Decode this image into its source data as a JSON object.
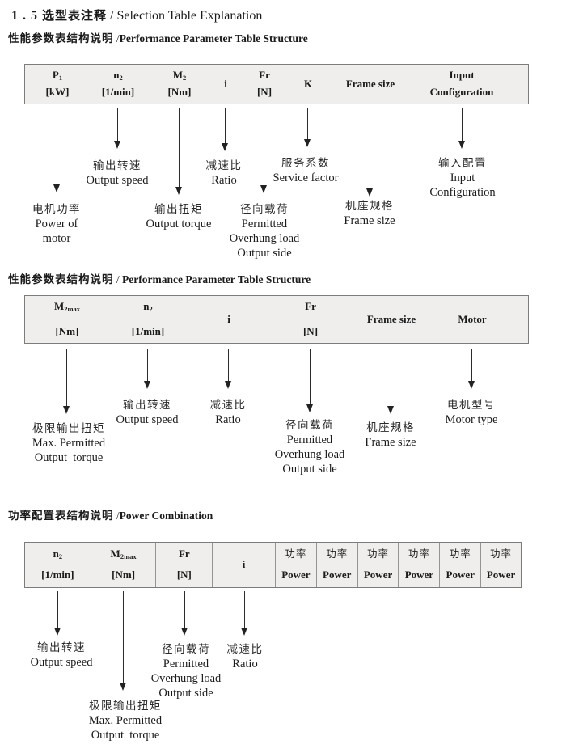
{
  "title": {
    "num": "1 . 5",
    "zh": "选型表注释",
    "sep": " / ",
    "en": "Selection Table Explanation"
  },
  "sections": [
    {
      "heading_zh": "性能参数表结构说明",
      "heading_sep": " /",
      "heading_en": "Performance Parameter Table Structure",
      "table": {
        "columns": [
          {
            "base": "P",
            "sub": "1",
            "unit": "[kW]"
          },
          {
            "base": "n",
            "sub": "2",
            "unit": "[1/min]"
          },
          {
            "base": "M",
            "sub": "2",
            "unit": "[Nm]"
          },
          {
            "base": "i",
            "sub": "",
            "unit": ""
          },
          {
            "base": "Fr",
            "sub": "",
            "unit": "[N]"
          },
          {
            "base": "K",
            "sub": "",
            "unit": ""
          },
          {
            "base": "Frame size",
            "sub": "",
            "unit": ""
          },
          {
            "base": "Input",
            "sub": "",
            "unit": "Configuration"
          }
        ]
      },
      "callouts": [
        {
          "target": "P1",
          "lines": [
            "电机功率",
            "Power of",
            "motor"
          ]
        },
        {
          "target": "n2",
          "lines": [
            "输出转速",
            "Output speed"
          ]
        },
        {
          "target": "M2",
          "lines": [
            "输出扭矩",
            "Output torque"
          ]
        },
        {
          "target": "i",
          "lines": [
            "减速比",
            "Ratio"
          ]
        },
        {
          "target": "Fr",
          "lines": [
            "径向载荷",
            "Permitted",
            "Overhung load",
            "Output side"
          ]
        },
        {
          "target": "K",
          "lines": [
            "服务系数",
            "Service factor"
          ]
        },
        {
          "target": "Frame size",
          "lines": [
            "机座规格",
            "Frame size"
          ]
        },
        {
          "target": "Input Configuration",
          "lines": [
            "输入配置",
            "Input",
            "Configuration"
          ]
        }
      ]
    },
    {
      "heading_zh": "性能参数表结构说明",
      "heading_sep": " / ",
      "heading_en": "Performance Parameter Table Structure",
      "table": {
        "columns": [
          {
            "base": "M",
            "sub": "2max",
            "unit": "[Nm]"
          },
          {
            "base": "n",
            "sub": "2",
            "unit": "[1/min]"
          },
          {
            "base": "i",
            "sub": "",
            "unit": ""
          },
          {
            "base": "Fr",
            "sub": "",
            "unit": "[N]"
          },
          {
            "base": "Frame size",
            "sub": "",
            "unit": ""
          },
          {
            "base": "Motor",
            "sub": "",
            "unit": ""
          }
        ]
      },
      "callouts": [
        {
          "target": "M2max",
          "lines": [
            "极限输出扭矩",
            "Max. Permitted",
            "Output  torque"
          ]
        },
        {
          "target": "n2",
          "lines": [
            "输出转速",
            "Output speed"
          ]
        },
        {
          "target": "i",
          "lines": [
            "减速比",
            "Ratio"
          ]
        },
        {
          "target": "Fr",
          "lines": [
            "径向载荷",
            "Permitted",
            "Overhung load",
            "Output side"
          ]
        },
        {
          "target": "Frame size",
          "lines": [
            "机座规格",
            "Frame size"
          ]
        },
        {
          "target": "Motor",
          "lines": [
            "电机型号",
            "Motor type"
          ]
        }
      ]
    },
    {
      "heading_zh": "功率配置表结构说明",
      "heading_sep": " /",
      "heading_en": "Power Combination",
      "table": {
        "columns": [
          {
            "base": "n",
            "sub": "2",
            "unit": "[1/min]"
          },
          {
            "base": "M",
            "sub": "2max",
            "unit": "[Nm]"
          },
          {
            "base": "Fr",
            "sub": "",
            "unit": "[N]"
          },
          {
            "base": "i",
            "sub": "",
            "unit": ""
          }
        ],
        "power_zh": "功率",
        "power_en": "Power",
        "power_count": 6
      },
      "callouts": [
        {
          "target": "n2",
          "lines": [
            "输出转速",
            "Output speed"
          ]
        },
        {
          "target": "M2max",
          "lines": [
            "极限输出扭矩",
            "Max. Permitted",
            "Output  torque"
          ]
        },
        {
          "target": "Fr",
          "lines": [
            "径向载荷",
            "Permitted",
            "Overhung load",
            "Output side"
          ]
        },
        {
          "target": "i",
          "lines": [
            "减速比",
            "Ratio"
          ]
        }
      ]
    }
  ]
}
